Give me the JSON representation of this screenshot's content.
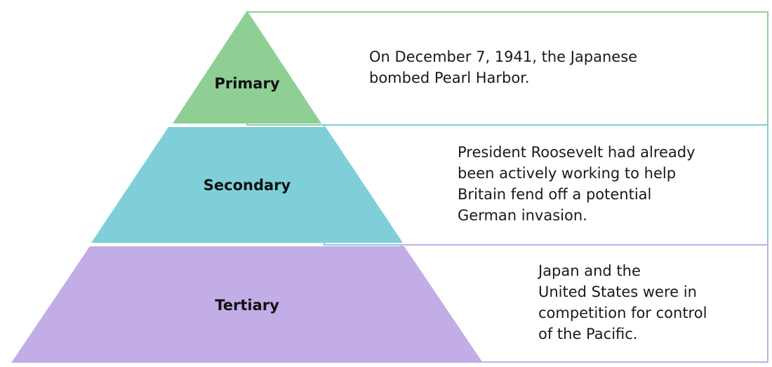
{
  "colors": {
    "primary": "#8fcf94",
    "secondary": "#7ecfd8",
    "tertiary": "#c2ade6"
  },
  "tiers": [
    {
      "label": "Primary",
      "text_lines": [
        "On December 7, 1941, the Japanese",
        "bombed Pearl Harbor."
      ]
    },
    {
      "label": "Secondary",
      "text_lines": [
        "President Roosevelt had already",
        "been actively working to help",
        "Britain fend off a potential",
        "German invasion."
      ]
    },
    {
      "label": "Tertiary",
      "text_lines": [
        "Japan and the",
        "United States were in",
        "competition for control",
        "of the Pacific."
      ]
    }
  ]
}
